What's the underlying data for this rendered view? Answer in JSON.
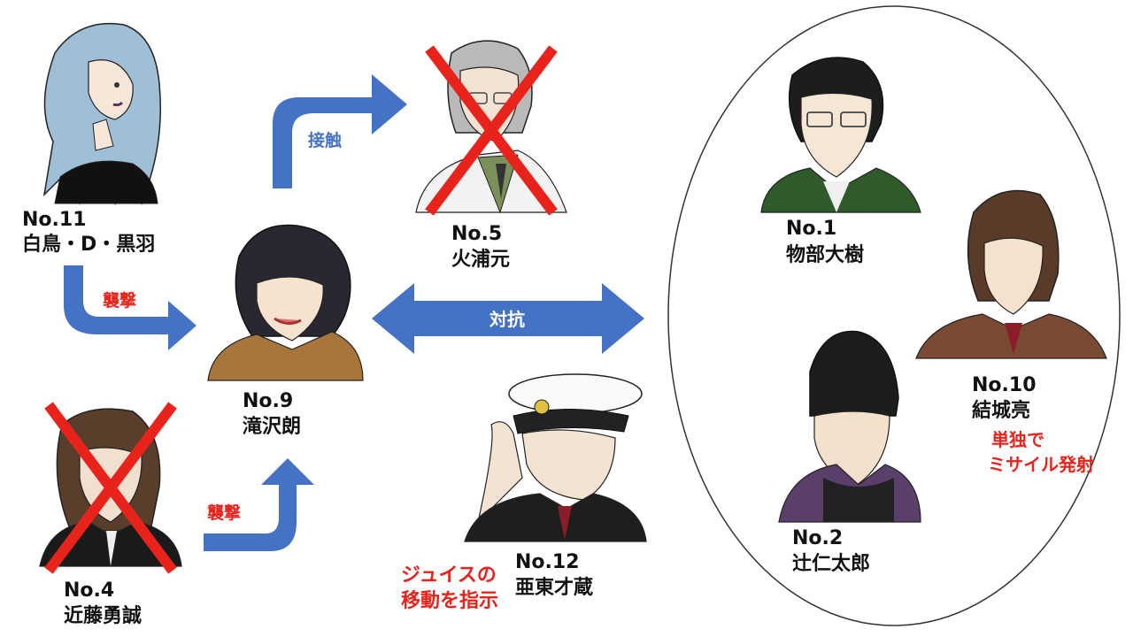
{
  "colors": {
    "arrow": "#4472c4",
    "cross": "#e8231c",
    "label_red": "#e8231c",
    "ellipse_stroke": "#333333"
  },
  "characters": {
    "no11": {
      "number": "No.11",
      "name": "白鳥・D・黒羽",
      "crossed_out": false
    },
    "no9": {
      "number": "No.9",
      "name": "滝沢朗",
      "crossed_out": false
    },
    "no5": {
      "number": "No.5",
      "name": "火浦元",
      "crossed_out": true
    },
    "no4": {
      "number": "No.4",
      "name": "近藤勇誠",
      "crossed_out": true
    },
    "no12": {
      "number": "No.12",
      "name": "亜東才蔵",
      "crossed_out": false
    },
    "no1": {
      "number": "No.1",
      "name": "物部大樹",
      "crossed_out": false
    },
    "no10": {
      "number": "No.10",
      "name": "結城亮",
      "crossed_out": false
    },
    "no2": {
      "number": "No.2",
      "name": "辻仁太郎",
      "crossed_out": false
    }
  },
  "arrows": {
    "contact": {
      "label": "接触"
    },
    "attack_from_no11": {
      "label": "襲撃"
    },
    "attack_from_no4": {
      "label": "襲撃"
    },
    "oppose": {
      "label": "対抗"
    }
  },
  "notes": {
    "no12_note_line1": "ジュイスの",
    "no12_note_line2": "移動を指示",
    "no10_note_line1": "単独で",
    "no10_note_line2": "ミサイル発射"
  }
}
